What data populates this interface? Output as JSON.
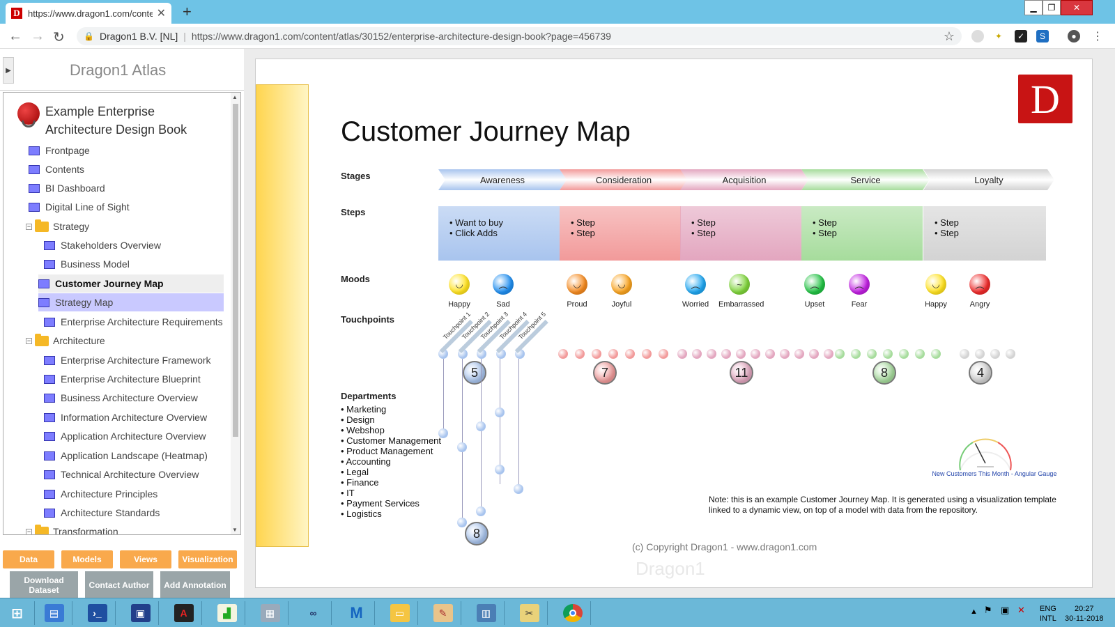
{
  "browser": {
    "tab_title": "https://www.dragon1.com/conte",
    "tab_favicon": "D",
    "url_org": "Dragon1 B.V. [NL]",
    "url": "https://www.dragon1.com/content/atlas/30152/enterprise-architecture-design-book?page=456739"
  },
  "sidebar": {
    "title": "Dragon1 Atlas",
    "book_title_line1": "Example Enterprise",
    "book_title_line2": "Architecture Design Book",
    "items": [
      {
        "label": "Frontpage"
      },
      {
        "label": "Contents"
      },
      {
        "label": "BI Dashboard"
      },
      {
        "label": "Digital Line of Sight"
      },
      {
        "label": "Strategy"
      },
      {
        "label": "Stakeholders Overview"
      },
      {
        "label": "Business Model"
      },
      {
        "label": "Customer Journey Map"
      },
      {
        "label": "Strategy Map"
      },
      {
        "label": "Enterprise Architecture Requirements"
      },
      {
        "label": "Architecture"
      },
      {
        "label": "Enterprise Architecture Framework"
      },
      {
        "label": "Enterprise Architecture Blueprint"
      },
      {
        "label": "Business Architecture Overview"
      },
      {
        "label": "Information Architecture Overview"
      },
      {
        "label": "Application Architecture Overview"
      },
      {
        "label": "Application Landscape (Heatmap)"
      },
      {
        "label": "Technical Architecture Overview"
      },
      {
        "label": "Architecture Principles"
      },
      {
        "label": "Architecture Standards"
      },
      {
        "label": "Transformation"
      }
    ],
    "buttons": [
      "Data",
      "Models",
      "Views",
      "Visualization"
    ],
    "actions": [
      "Download Dataset",
      "Contact Author",
      "Add Annotation"
    ]
  },
  "content": {
    "logo": "D",
    "title": "Customer Journey Map",
    "labels": {
      "stages": "Stages",
      "steps": "Steps",
      "moods": "Moods",
      "touchpoints": "Touchpoints",
      "departments": "Departments"
    },
    "stages": [
      {
        "name": "Awareness",
        "color": "#a8c4ee"
      },
      {
        "name": "Consideration",
        "color": "#f29a9a"
      },
      {
        "name": "Acquisition",
        "color": "#e3a6bf"
      },
      {
        "name": "Service",
        "color": "#a6dc9c"
      },
      {
        "name": "Loyalty",
        "color": "#d3d3d3"
      }
    ],
    "steps": [
      [
        "Want to buy",
        "Click Adds"
      ],
      [
        "Step",
        "Step"
      ],
      [
        "Step",
        "Step"
      ],
      [
        "Step",
        "Step"
      ],
      [
        "Step",
        "Step"
      ]
    ],
    "moods": [
      {
        "label": "Happy",
        "color": "#ffe21f",
        "glyph": "◡"
      },
      {
        "label": "Sad",
        "color": "#1f8ef0",
        "glyph": "︵"
      },
      {
        "label": "Proud",
        "color": "#f58a1f",
        "glyph": "◡"
      },
      {
        "label": "Joyful",
        "color": "#f9a31f",
        "glyph": "◡"
      },
      {
        "label": "Worried",
        "color": "#1fa6f0",
        "glyph": "︵"
      },
      {
        "label": "Embarrassed",
        "color": "#7ed33a",
        "glyph": "~"
      },
      {
        "label": "Upset",
        "color": "#22c244",
        "glyph": "︵"
      },
      {
        "label": "Fear",
        "color": "#c01fe0",
        "glyph": "︵"
      },
      {
        "label": "Happy",
        "color": "#ffe21f",
        "glyph": "◡"
      },
      {
        "label": "Angry",
        "color": "#ee2a2a",
        "glyph": "︵"
      }
    ],
    "touchpoint_labels": [
      "Touchpoint 1",
      "Touchpoint 2",
      "Touchpoint 3",
      "Touchpoint 4",
      "Touchpoint 5"
    ],
    "touchpoint_counts": [
      "5",
      "7",
      "11",
      "8",
      "4"
    ],
    "departments_count": "8",
    "departments": [
      "Marketing",
      "Design",
      "Webshop",
      "Customer Management",
      "Product Management",
      "Accounting",
      "Legal",
      "Finance",
      "IT",
      "Payment Services",
      "Logistics"
    ],
    "gauge_label": "New Customers This Month - Angular Gauge",
    "gauge_value_fraction": 0.35,
    "note": "Note: this is an example Customer Journey Map. It is generated using a visualization template linked to a dynamic view, on top of a model with data from the repository.",
    "copyright": "(c) Copyright Dragon1 - www.dragon1.com",
    "watermark": "Dragon1"
  },
  "taskbar": {
    "lang1": "ENG",
    "lang2": "INTL",
    "time": "20:27",
    "date": "30-11-2018"
  }
}
